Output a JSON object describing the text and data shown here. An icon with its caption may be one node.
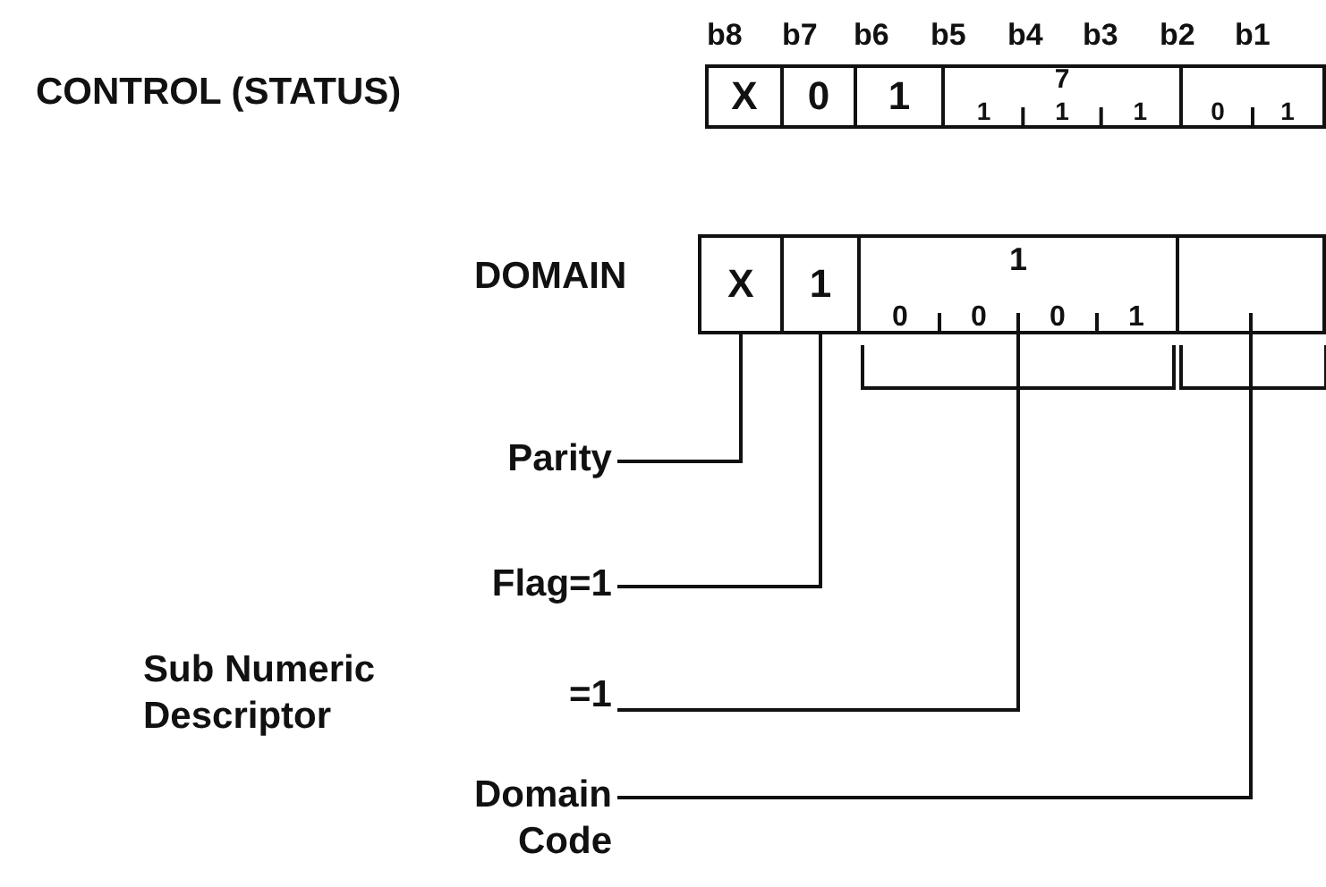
{
  "diagram": {
    "nodes": [
      {
        "text": [
          "X"
        ]
      },
      {
        "text": [
          "0"
        ]
      },
      {
        "text": [
          "1"
        ]
      },
      {
        "text": [
          "7",
          "1",
          "1",
          "1"
        ]
      },
      {
        "text": [
          "0",
          "1"
        ]
      },
      {
        "text": [
          "X"
        ]
      },
      {
        "text": [
          "1"
        ]
      },
      {
        "text": [
          "1",
          "0",
          "0",
          "0",
          "1"
        ]
      },
      {
        "text": [],
        "shape": "box"
      },
      {
        "text": [
          "Parity"
        ]
      },
      {
        "text": [
          "Flag=1"
        ]
      },
      {
        "text": [
          "Sub Numeric Descriptor",
          "=1"
        ]
      },
      {
        "text": [
          "Domain Code"
        ]
      }
    ],
    "edges": [
      {
        "from": 9,
        "to": 5,
        "arrow": "none"
      },
      {
        "from": 10,
        "to": 6,
        "arrow": "none"
      },
      {
        "from": 11,
        "to": 7,
        "arrow": "none"
      },
      {
        "from": 12,
        "to": 8,
        "arrow": "none"
      }
    ],
    "labels": [
      "b8",
      "b7",
      "b6",
      "b5",
      "b4",
      "b3",
      "b2",
      "b1",
      "CONTROL (STATUS)",
      "DOMAIN"
    ]
  }
}
